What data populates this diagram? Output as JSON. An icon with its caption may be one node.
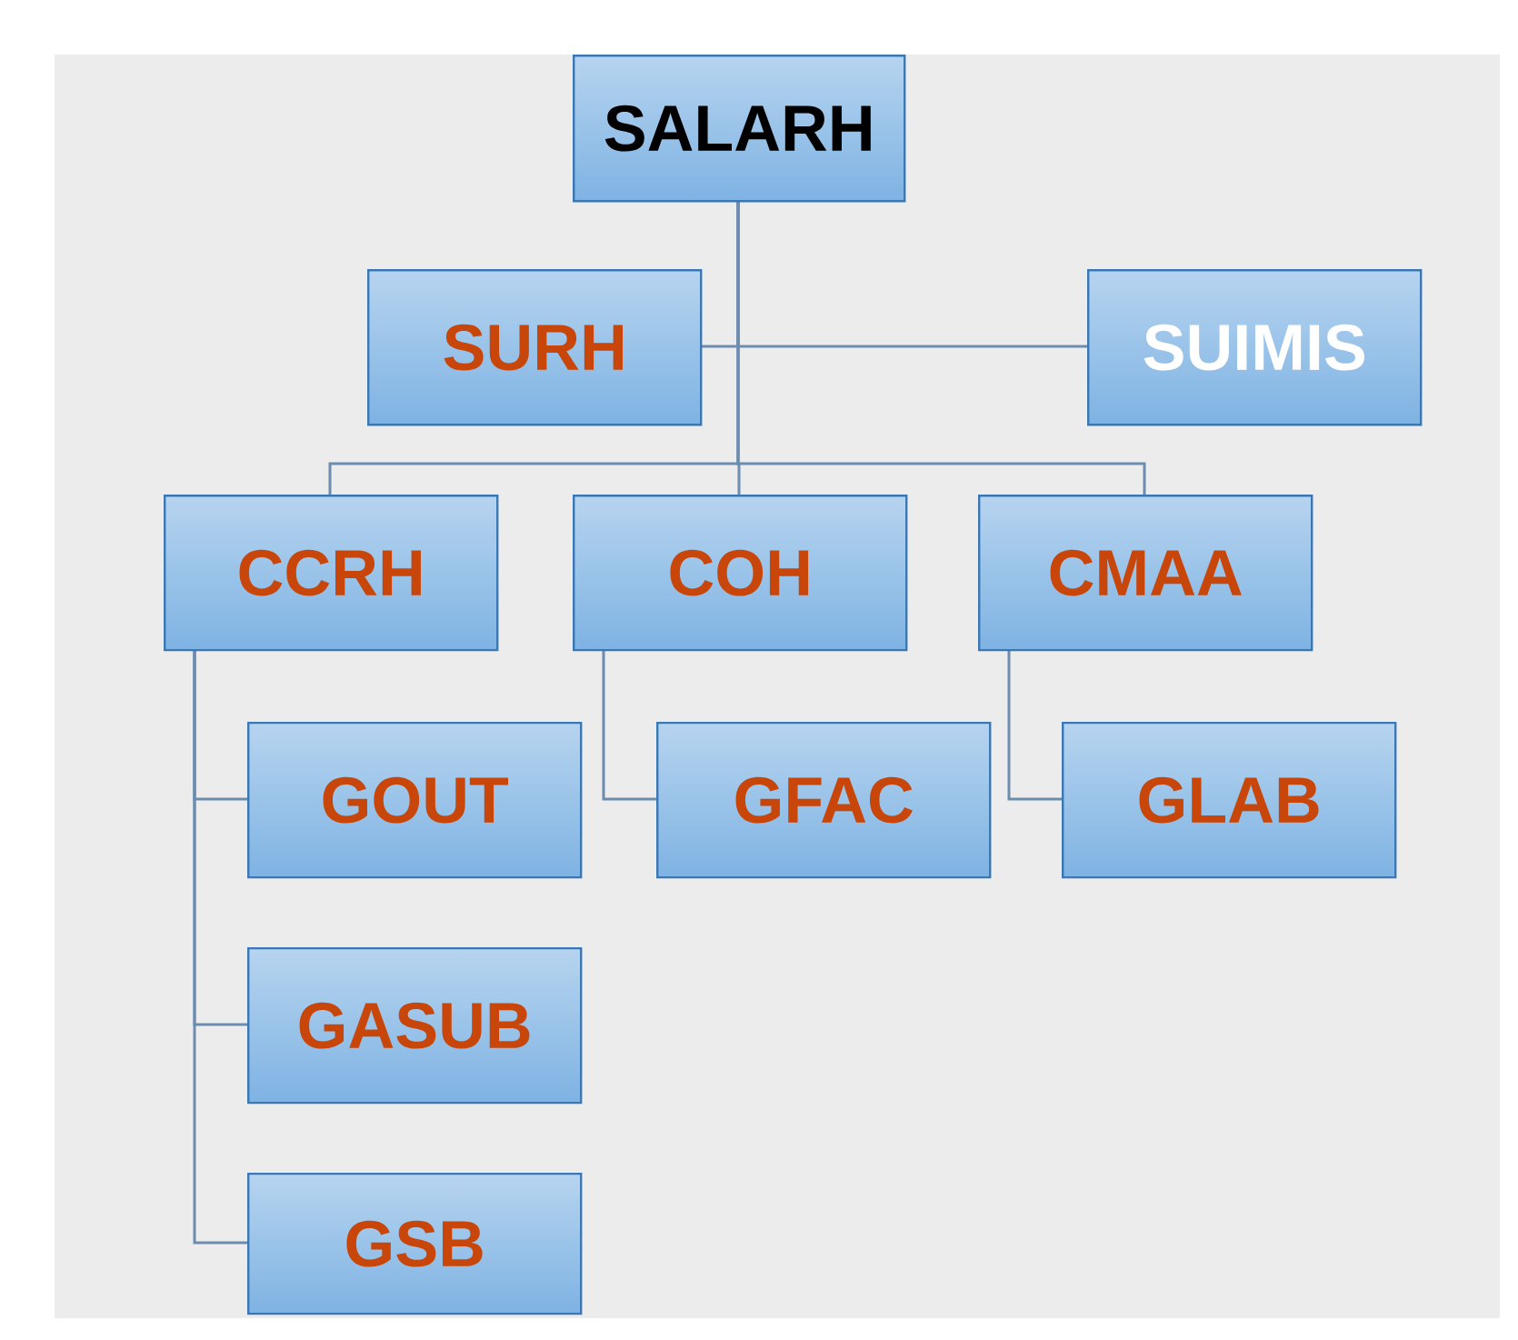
{
  "diagram": {
    "nodes": [
      {
        "text": [
          "SALARH"
        ]
      },
      {
        "text": [
          "SURH"
        ]
      },
      {
        "text": [
          "SUIMIS"
        ]
      },
      {
        "text": [
          "CCRH"
        ]
      },
      {
        "text": [
          "COH"
        ]
      },
      {
        "text": [
          "CMAA"
        ]
      },
      {
        "text": [
          "GOUT"
        ]
      },
      {
        "text": [
          "GFAC"
        ]
      },
      {
        "text": [
          "GLAB"
        ]
      },
      {
        "text": [
          "GASUB"
        ]
      },
      {
        "text": [
          "GSB"
        ]
      }
    ],
    "edges": [
      {
        "from": 0,
        "to": 1,
        "arrow": "none"
      },
      {
        "from": 0,
        "to": 2,
        "arrow": "none"
      },
      {
        "from": 0,
        "to": 3,
        "arrow": "none"
      },
      {
        "from": 0,
        "to": 4,
        "arrow": "none"
      },
      {
        "from": 0,
        "to": 5,
        "arrow": "none"
      },
      {
        "from": 3,
        "to": 6,
        "arrow": "none"
      },
      {
        "from": 3,
        "to": 9,
        "arrow": "none"
      },
      {
        "from": 3,
        "to": 10,
        "arrow": "none"
      },
      {
        "from": 4,
        "to": 7,
        "arrow": "none"
      },
      {
        "from": 5,
        "to": 8,
        "arrow": "none"
      }
    ]
  }
}
